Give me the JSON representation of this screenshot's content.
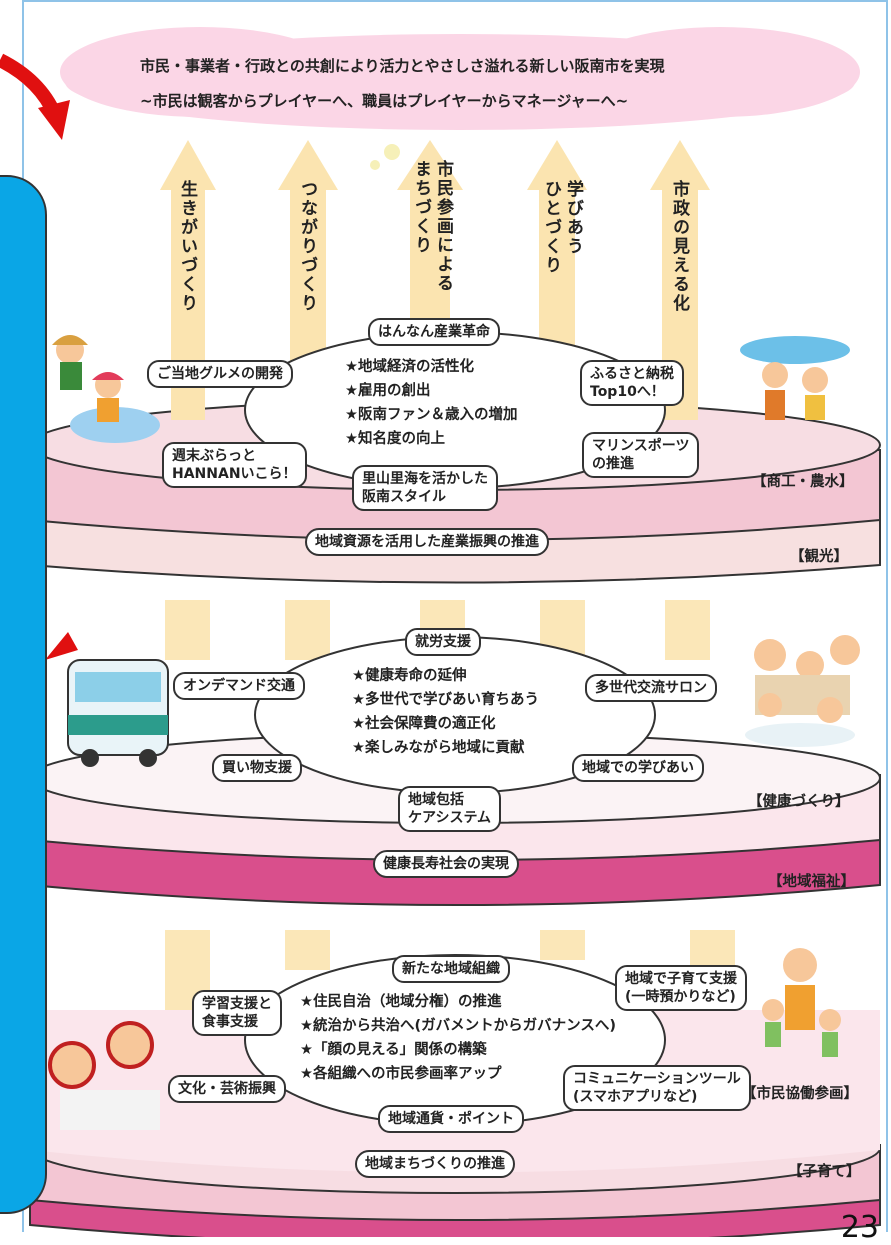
{
  "banner": {
    "line1": "市民・事業者・行政との共創により活力とやさしさ溢れる新しい阪南市を実現",
    "line2": "~市民は観客からプレイヤーへ、職員はプレイヤーからマネージャーへ~"
  },
  "pillars": [
    {
      "label": "生きがいづくり"
    },
    {
      "label": "つながりづくり"
    },
    {
      "label": "市民参画による\nまちづくり"
    },
    {
      "label": "学びあう\nひとづくり"
    },
    {
      "label": "市政の見える化"
    }
  ],
  "tier1": {
    "top_label": "はんなん産業革命",
    "points": "★地域経済の活性化\n★雇用の創出\n★阪南ファン＆歳入の増加\n★知名度の向上",
    "bubbles": [
      "ご当地グルメの開発",
      "週末ぶらっと\nHANNANいこら！",
      "里山里海を活かした\n阪南スタイル",
      "ふるさと納税\nTop10へ！",
      "マリンスポーツ\nの推進"
    ],
    "base_label": "地域資源を活用した産業振興の推進",
    "side_top": "【商工・農水】",
    "side_bottom": "【観光】"
  },
  "tier2": {
    "top_label": "就労支援",
    "points": "★健康寿命の延伸\n★多世代で学びあい育ちあう\n★社会保障費の適正化\n★楽しみながら地域に貢献",
    "bubbles": [
      "オンデマンド交通",
      "買い物支援",
      "地域包括\nケアシステム",
      "多世代交流サロン",
      "地域での学びあい"
    ],
    "base_label": "健康長寿社会の実現",
    "side_top": "【健康づくり】",
    "side_bottom": "【地域福祉】"
  },
  "tier3": {
    "top_label": "新たな地域組織",
    "points": "★住民自治（地域分権）の推進\n★統治から共治へ(ガバメントからガバナンスへ)\n★「顔の見える」関係の構築\n★各組織への市民参画率アップ",
    "bubbles": [
      "学習支援と\n食事支援",
      "文化・芸術振興",
      "地域通貨・ポイント",
      "地域で子育て支援\n(一時預かりなど)",
      "コミュニケーションツール\n(スマホアプリなど)"
    ],
    "base_label": "地域まちづくりの推進",
    "side_top": "【市民協働参画】",
    "side_bottom": "【子育て】"
  },
  "page_number": "23",
  "colors": {
    "arrow_fill": "#fbe4b0",
    "cloud_fill": "#fbd6e6",
    "layer_light": "#f7dde3",
    "layer_mid": "#f3c6d3",
    "layer_deep": "#d94f8c",
    "red_arrow": "#e01010",
    "blue_panel": "#0aa6e6"
  }
}
